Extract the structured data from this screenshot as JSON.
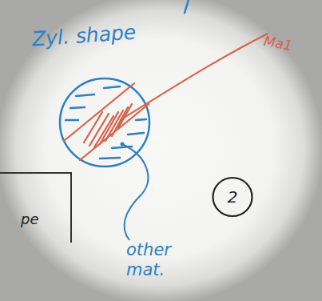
{
  "diagram": {
    "title": "Zyl. shape",
    "nodes": [
      {
        "text": [
          "2"
        ]
      },
      {
        "text": [
          "pe"
        ]
      }
    ],
    "labels": [
      "Ma1",
      "other mat."
    ]
  }
}
